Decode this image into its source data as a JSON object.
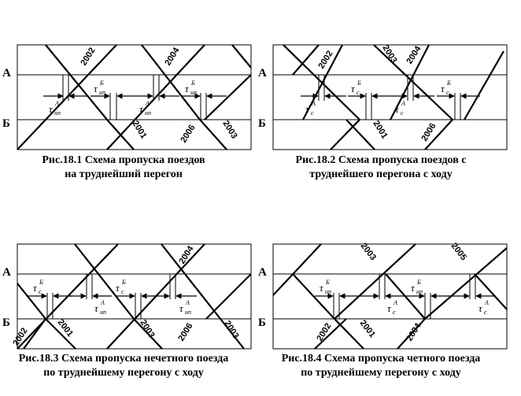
{
  "colors": {
    "line": "#000000",
    "background": "#ffffff"
  },
  "stations": {
    "top": "А",
    "bottom": "Б"
  },
  "panels": [
    {
      "caption": [
        "Рис.18.1 Схема пропуска поездов",
        "на труднейший перегон"
      ],
      "train_labels": [
        "2002",
        "2004",
        "2001",
        "2006",
        "2003"
      ],
      "intervals": [
        {
          "sym": "τ",
          "sub": "нп",
          "sup": "Б"
        },
        {
          "sym": "τ",
          "sub": "нп",
          "sup": "А"
        },
        {
          "sym": "τ",
          "sub": "нп",
          "sup": "А"
        },
        {
          "sym": "τ",
          "sub": "нп",
          "sup": "Б"
        }
      ]
    },
    {
      "caption": [
        "Рис.18.2 Схема пропуска поездов с",
        "труднейшего перегона с ходу"
      ],
      "train_labels": [
        "2002",
        "2003",
        "2004",
        "2001",
        "2006"
      ],
      "intervals": [
        {
          "sym": "τ",
          "sub": "с",
          "sup": "А"
        },
        {
          "sym": "τ",
          "sub": "с",
          "sup": "Б"
        },
        {
          "sym": "τ",
          "sub": "с",
          "sup": "А"
        },
        {
          "sym": "τ",
          "sub": "с",
          "sup": "Б"
        }
      ]
    },
    {
      "caption": [
        "Рис.18.3 Схема пропуска нечетного поезда",
        "по труднейшему перегону с ходу"
      ],
      "train_labels": [
        "2004",
        "2002",
        "2001",
        "2003",
        "2006",
        "2003"
      ],
      "intervals": [
        {
          "sym": "τ",
          "sub": "с",
          "sup": "Б"
        },
        {
          "sym": "τ",
          "sub": "нп",
          "sup": "А"
        },
        {
          "sym": "τ",
          "sub": "с",
          "sup": "Б"
        },
        {
          "sym": "τ",
          "sub": "нп",
          "sup": "А"
        }
      ]
    },
    {
      "caption": [
        "Рис.18.4 Схема пропуска четного поезда",
        "по труднейшему перегону с ходу"
      ],
      "train_labels": [
        "2003",
        "2005",
        "2002",
        "2001",
        "2004"
      ],
      "intervals": [
        {
          "sym": "τ",
          "sub": "нп",
          "sup": "Б"
        },
        {
          "sym": "τ",
          "sub": "с",
          "sup": "А"
        },
        {
          "sym": "τ",
          "sub": "нп",
          "sup": "Б"
        },
        {
          "sym": "τ",
          "sub": "с",
          "sup": "А"
        }
      ]
    }
  ]
}
